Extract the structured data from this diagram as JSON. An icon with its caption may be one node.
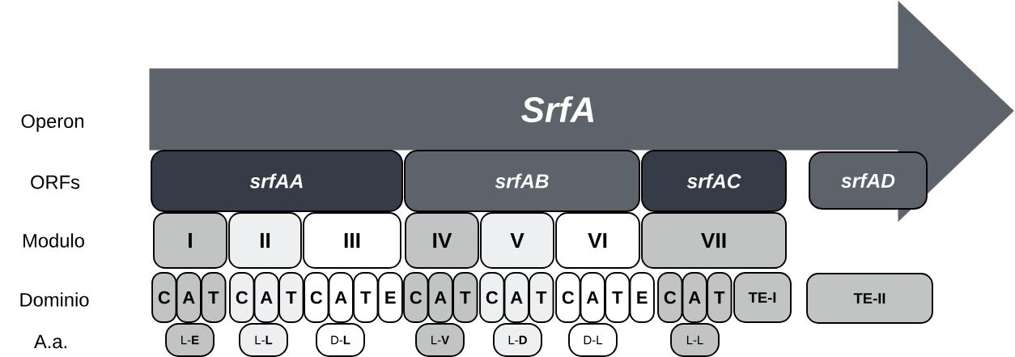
{
  "diagram": {
    "nodes": [
      {
        "text": [
          "SrfA"
        ]
      },
      {
        "text": [
          "srfAA"
        ]
      },
      {
        "text": [
          "srfAB"
        ]
      },
      {
        "text": [
          "srfAC"
        ]
      },
      {
        "text": [
          "srfAD"
        ]
      },
      {
        "text": [
          "I"
        ]
      },
      {
        "text": [
          "II"
        ]
      },
      {
        "text": [
          "III"
        ]
      },
      {
        "text": [
          "IV"
        ]
      },
      {
        "text": [
          "V"
        ]
      },
      {
        "text": [
          "VI"
        ]
      },
      {
        "text": [
          "VII"
        ]
      },
      {
        "text": [
          "C"
        ]
      },
      {
        "text": [
          "A"
        ]
      },
      {
        "text": [
          "T"
        ]
      },
      {
        "text": [
          "C"
        ]
      },
      {
        "text": [
          "A"
        ]
      },
      {
        "text": [
          "T"
        ]
      },
      {
        "text": [
          "C"
        ]
      },
      {
        "text": [
          "A"
        ]
      },
      {
        "text": [
          "T"
        ]
      },
      {
        "text": [
          "E"
        ]
      },
      {
        "text": [
          "C"
        ]
      },
      {
        "text": [
          "A"
        ]
      },
      {
        "text": [
          "T"
        ]
      },
      {
        "text": [
          "C"
        ]
      },
      {
        "text": [
          "A"
        ]
      },
      {
        "text": [
          "T"
        ]
      },
      {
        "text": [
          "C"
        ]
      },
      {
        "text": [
          "A"
        ]
      },
      {
        "text": [
          "T"
        ]
      },
      {
        "text": [
          "E"
        ]
      },
      {
        "text": [
          "C"
        ]
      },
      {
        "text": [
          "A"
        ]
      },
      {
        "text": [
          "T"
        ]
      },
      {
        "text": [
          "TE-I"
        ]
      },
      {
        "text": [
          "TE-II"
        ]
      },
      {
        "text": [
          "L-**E**"
        ]
      },
      {
        "text": [
          "L-**L**"
        ]
      },
      {
        "text": [
          "D-**L**"
        ]
      },
      {
        "text": [
          "L-**V**"
        ]
      },
      {
        "text": [
          "L-**D**"
        ]
      },
      {
        "text": [
          "D-L"
        ]
      },
      {
        "text": [
          "L-L"
        ]
      }
    ],
    "labels": [
      "Operon",
      "ORFs",
      "Modulo",
      "Dominio",
      "A.a."
    ]
  }
}
